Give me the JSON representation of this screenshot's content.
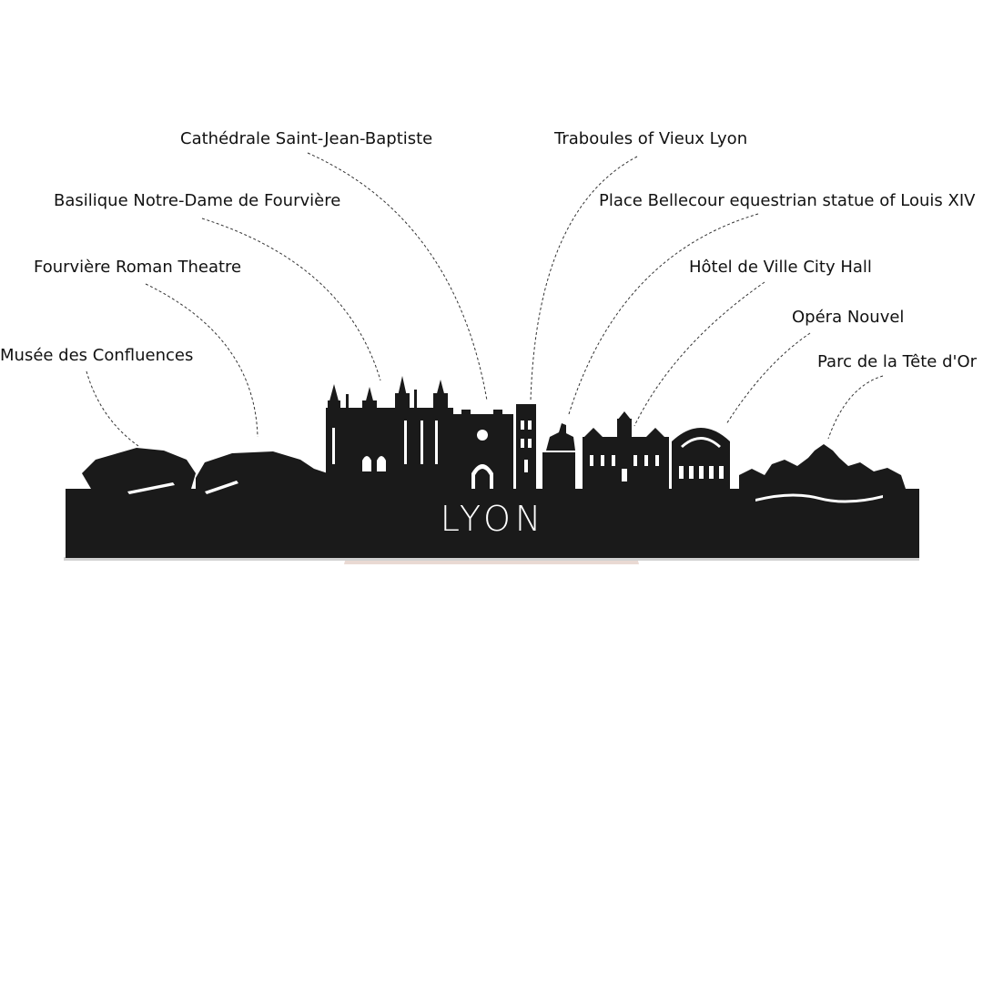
{
  "city_name": "LYON",
  "colors": {
    "silhouette": "#1a1a1a",
    "cutout": "#ffffff",
    "label_text": "#111111",
    "leader_line": "#333333",
    "stand": "#e9d9d3"
  },
  "landmarks": [
    {
      "id": "musee-des-confluences",
      "label": "Musée des Confluences"
    },
    {
      "id": "fourviere-roman-theatre",
      "label": "Fourvière Roman Theatre"
    },
    {
      "id": "basilique-notre-dame-de-fourviere",
      "label": "Basilique Notre-Dame de Fourvière"
    },
    {
      "id": "cathedrale-saint-jean-baptiste",
      "label": "Cathédrale Saint-Jean-Baptiste"
    },
    {
      "id": "traboules-of-vieux-lyon",
      "label": "Traboules of Vieux Lyon"
    },
    {
      "id": "place-bellecour-statue",
      "label": "Place Bellecour equestrian statue of Louis XIV"
    },
    {
      "id": "hotel-de-ville",
      "label": "Hôtel de Ville City Hall"
    },
    {
      "id": "opera-nouvel",
      "label": "Opéra Nouvel"
    },
    {
      "id": "parc-de-la-tete-dor",
      "label": "Parc de la Tête d'Or"
    }
  ]
}
